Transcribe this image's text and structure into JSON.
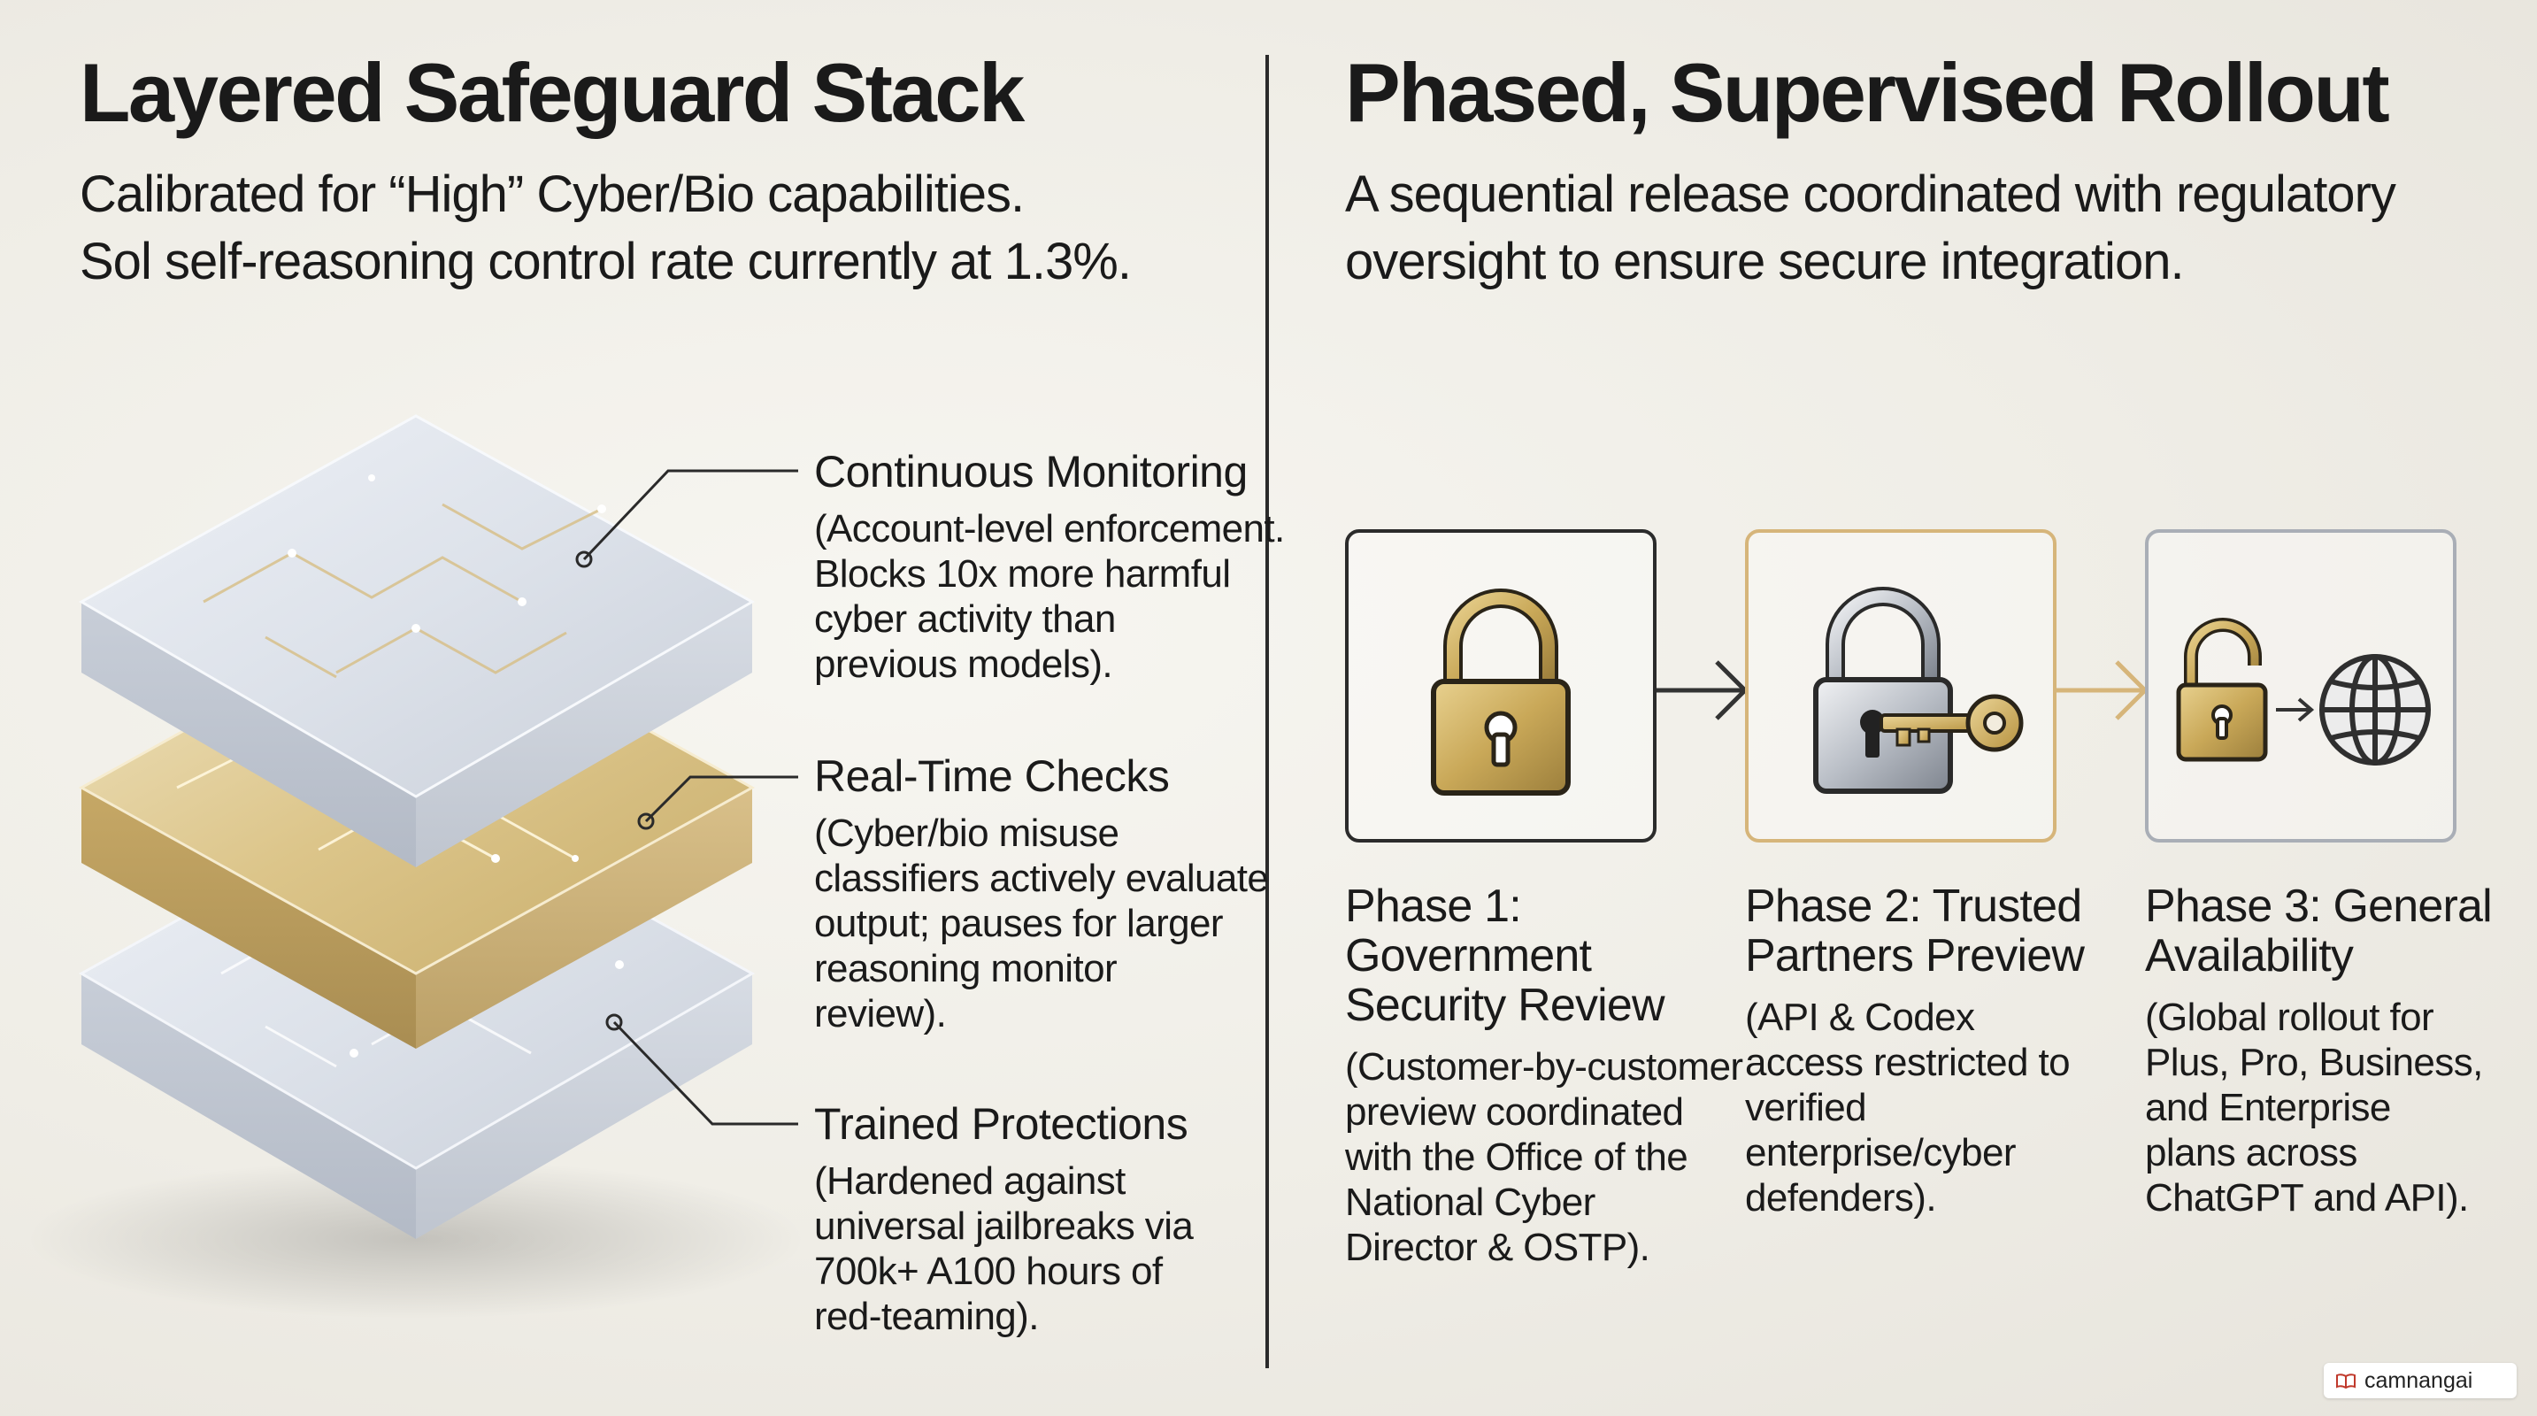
{
  "left": {
    "title": "Layered Safeguard Stack",
    "subtitle_line1": "Calibrated for “High” Cyber/Bio capabilities.",
    "subtitle_line2": "Sol self-reasoning control rate currently at 1.3%.",
    "layers": [
      {
        "title": "Continuous Monitoring",
        "description": "(Account-level enforcement.\nBlocks 10x more harmful\ncyber activity than\nprevious models).",
        "color": "#d9dde4"
      },
      {
        "title": "Real-Time Checks",
        "description": "(Cyber/bio misuse\nclassifiers actively evaluate\noutput; pauses for larger\nreasoning monitor\nreview).",
        "color": "#d8c287"
      },
      {
        "title": "Trained Protections",
        "description": "(Hardened against\nuniversal jailbreaks via\n700k+ A100 hours of\nred-teaming).",
        "color": "#d3d8e0"
      }
    ]
  },
  "right": {
    "title": "Phased, Supervised Rollout",
    "subtitle_line1": "A sequential release coordinated with regulatory",
    "subtitle_line2": "oversight to ensure secure integration.",
    "phases": [
      {
        "title": "Phase 1:\nGovernment\nSecurity Review",
        "description": "(Customer-by-customer\npreview coordinated\nwith the Office of the\nNational Cyber\nDirector & OSTP).",
        "icon": "padlock-locked-icon",
        "border_color": "#2b2b2b"
      },
      {
        "title": "Phase 2: Trusted\nPartners Preview",
        "description": "(API & Codex\naccess restricted to\nverified\nenterprise/cyber\ndefenders).",
        "icon": "padlock-key-icon",
        "border_color": "#d6b57a"
      },
      {
        "title": "Phase 3: General\nAvailability",
        "description": "(Global rollout for\nPlus, Pro, Business,\nand Enterprise\nplans across\nChatGPT and API).",
        "icon": "unlocked-padlock-globe-icon",
        "border_color": "#a9aeb6"
      }
    ]
  },
  "watermark": {
    "text": "camnangai"
  }
}
